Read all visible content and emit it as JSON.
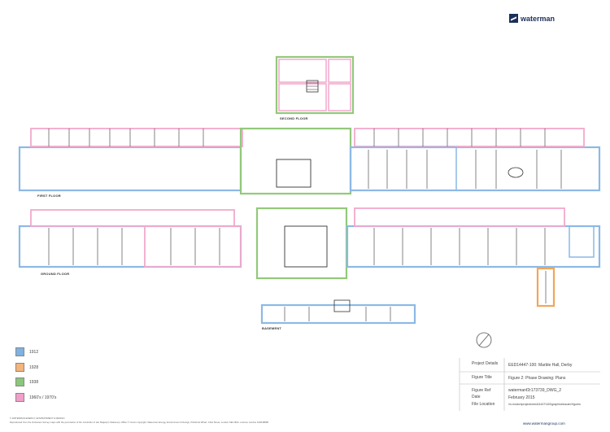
{
  "brand": {
    "name": "waterman"
  },
  "floors": {
    "second": "SECOND FLOOR",
    "first": "FIRST FLOOR",
    "ground": "GROUND FLOOR",
    "basement": "BASEMENT"
  },
  "legend": [
    {
      "label": "1912",
      "color": "#7fb2e0"
    },
    {
      "label": "1928",
      "color": "#f4b47a"
    },
    {
      "label": "1938",
      "color": "#8bc77b"
    },
    {
      "label": "1960's / 1970's",
      "color": "#f0a0c8"
    }
  ],
  "colors": {
    "1912": "#8cb9e6",
    "1928": "#f2a65a",
    "1938": "#92c97a",
    "1960s": "#f2a9cc"
  },
  "title_block": {
    "project_details_label": "Project Details",
    "project_details_value": "EED14447-100: Marble Hall, Derby",
    "figure_title_label": "Figure Title",
    "figure_title_value": "Figure 2: Phase Drawing: Plans",
    "figure_ref_label": "Figure Ref",
    "figure_ref_value": "watermanf2r173739_DWG_2",
    "date_label": "Date",
    "date_value": "February 2015",
    "file_location_label": "File Location",
    "file_location_value": "\\\\n-london\\projects\\eed14447\\100\\graphics\\issued figures"
  },
  "footer": {
    "company": "© WATERMAN ENERGY, ENVIRONMENT & DESIGN",
    "notice": "Reproduced from the Ordnance Survey maps with the permission of the Controller of Her Majesty's Stationery Office © Crown copyright, Waterman Energy, Environment & Design, Pickfords Wharf, Clink Street, London SE1 9DG. Licence number 100048868",
    "url": "www.watermangroup.com"
  }
}
